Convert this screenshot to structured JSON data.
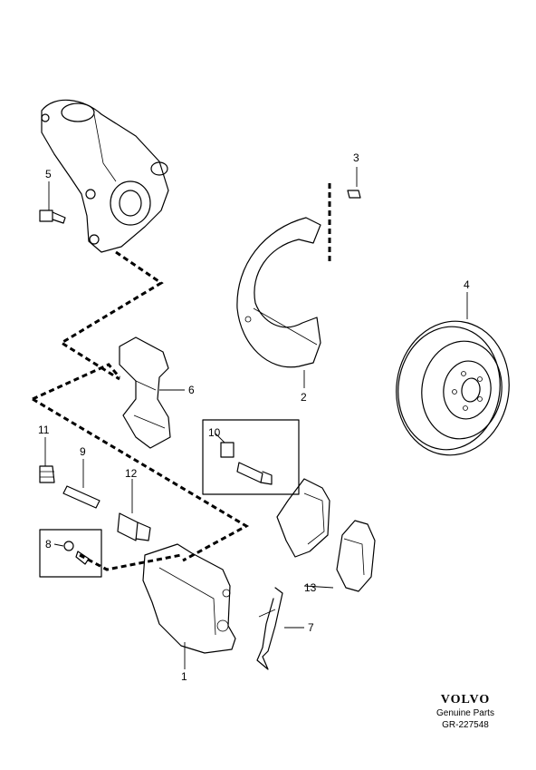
{
  "callouts": {
    "c1": "1",
    "c2": "2",
    "c3": "3",
    "c4": "4",
    "c5": "5",
    "c6": "6",
    "c7": "7",
    "c8": "8",
    "c9": "9",
    "c10": "10",
    "c11": "11",
    "c12": "12",
    "c13": "13"
  },
  "brand": {
    "logo": "VOLVO",
    "subtitle": "Genuine Parts",
    "reference": "GR-227548"
  }
}
